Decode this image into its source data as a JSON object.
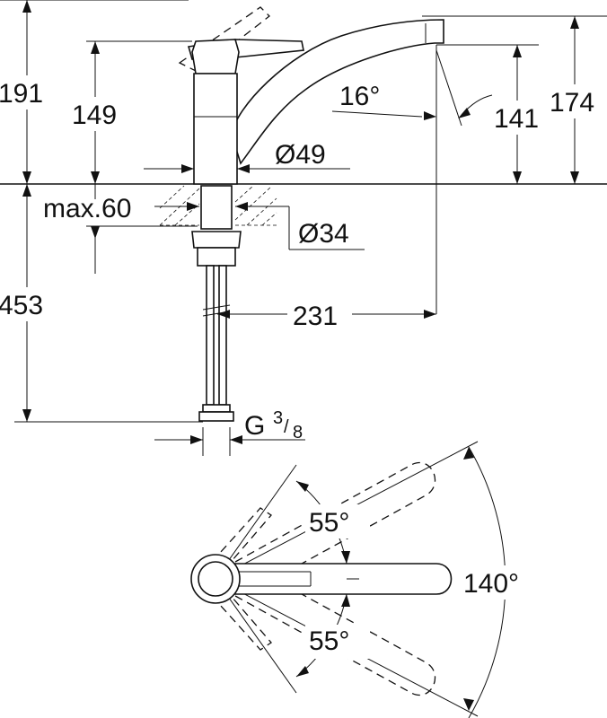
{
  "dimensions": {
    "total_height": "191",
    "body_height": "149",
    "spout_height": "174",
    "outlet_height": "141",
    "spout_angle": "16°",
    "body_diameter": "Ø49",
    "max_thickness": "max.60",
    "hole_diameter": "Ø34",
    "hose_length": "453",
    "reach": "231",
    "connection_thread": "G",
    "connection_fraction_num": "3",
    "connection_fraction_den": "8",
    "swivel_angle_upper": "55°",
    "swivel_angle_lower": "55°",
    "swivel_angle_total": "140°"
  }
}
